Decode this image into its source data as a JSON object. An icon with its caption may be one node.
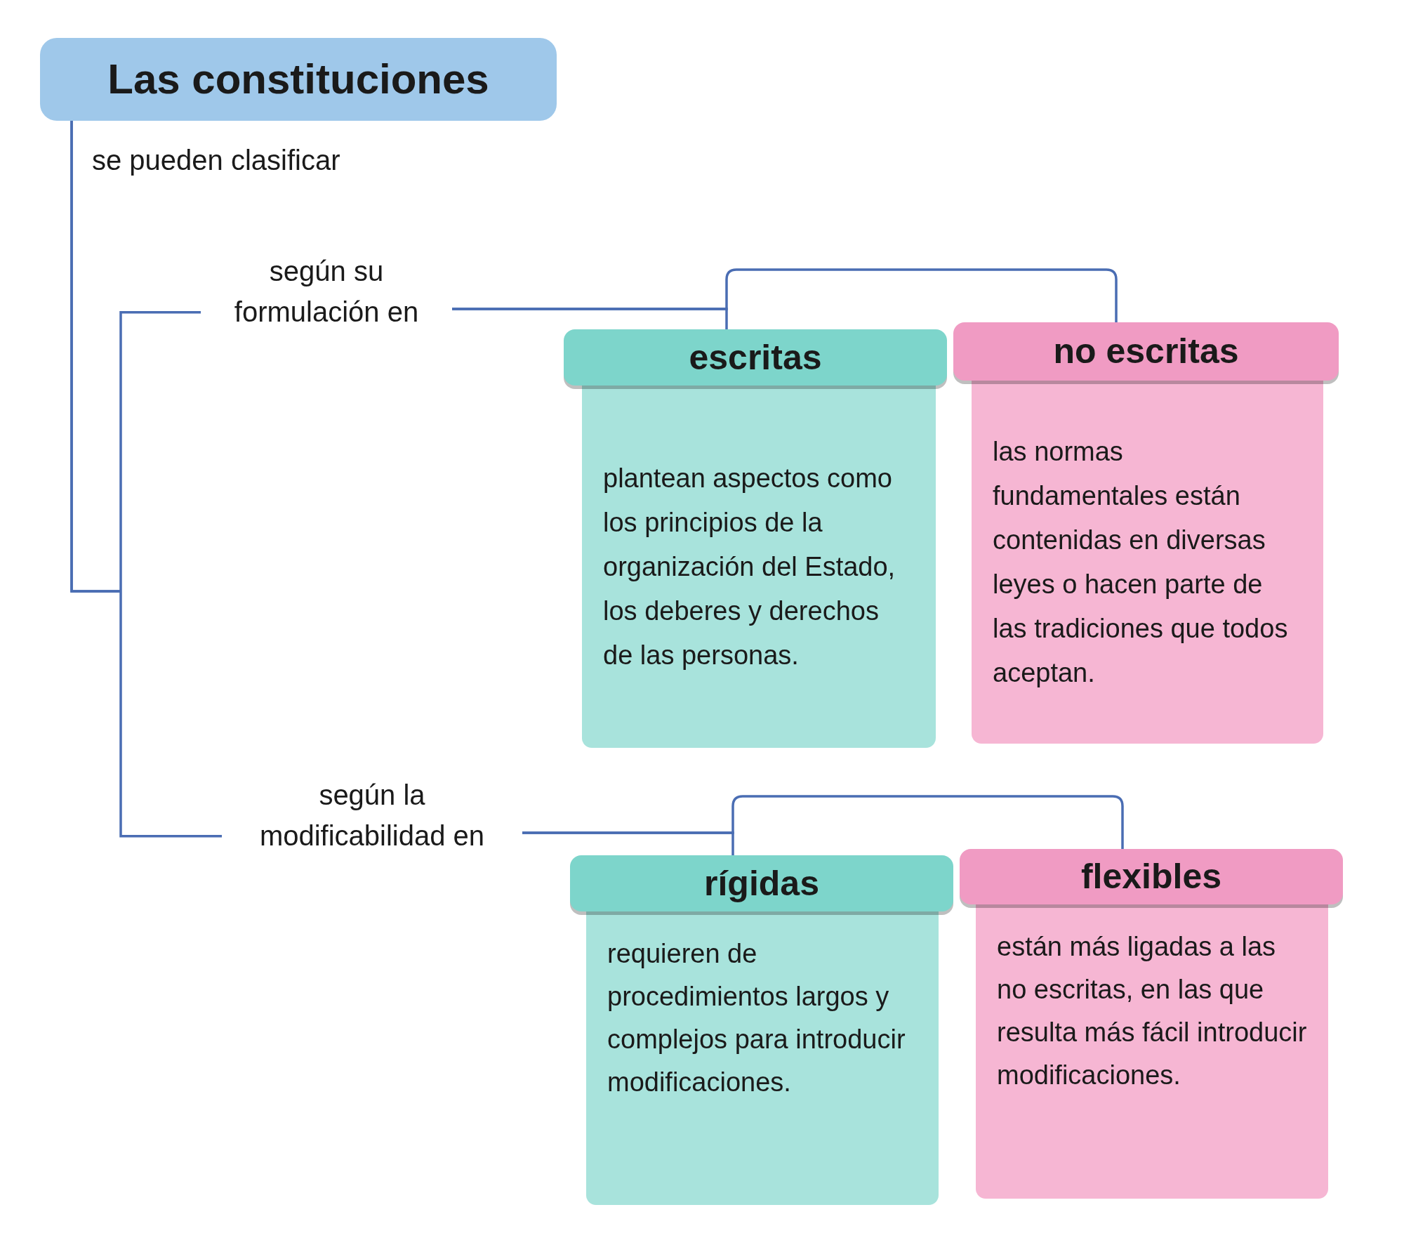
{
  "diagram": {
    "nodes": [
      {
        "text": [
          "Las constituciones"
        ]
      },
      {
        "text": [
          "según su formulación en"
        ]
      },
      {
        "text": [
          "según la modificabilidad en"
        ]
      },
      {
        "text": [
          "escritas",
          "plantean aspectos como los principios de la organización del Estado, los deberes y derechos de las personas."
        ]
      },
      {
        "text": [
          "no escritas",
          "las normas fundamentales están contenidas en diversas leyes o hacen parte de las tradiciones que todos aceptan."
        ]
      },
      {
        "text": [
          "rígidas",
          "requieren de procedimientos largos y complejos para introducir modificaciones."
        ]
      },
      {
        "text": [
          "flexibles",
          "están más ligadas a las no escritas, en las que resulta más fácil introducir modificaciones."
        ]
      }
    ],
    "edges": [
      {
        "from": 0,
        "to": 1,
        "arrow": "none",
        "label": "se pueden clasificar"
      },
      {
        "from": 0,
        "to": 2,
        "arrow": "none"
      },
      {
        "from": 1,
        "to": 3,
        "arrow": "none"
      },
      {
        "from": 1,
        "to": 4,
        "arrow": "none"
      },
      {
        "from": 2,
        "to": 5,
        "arrow": "none"
      },
      {
        "from": 2,
        "to": 6,
        "arrow": "none"
      }
    ]
  }
}
